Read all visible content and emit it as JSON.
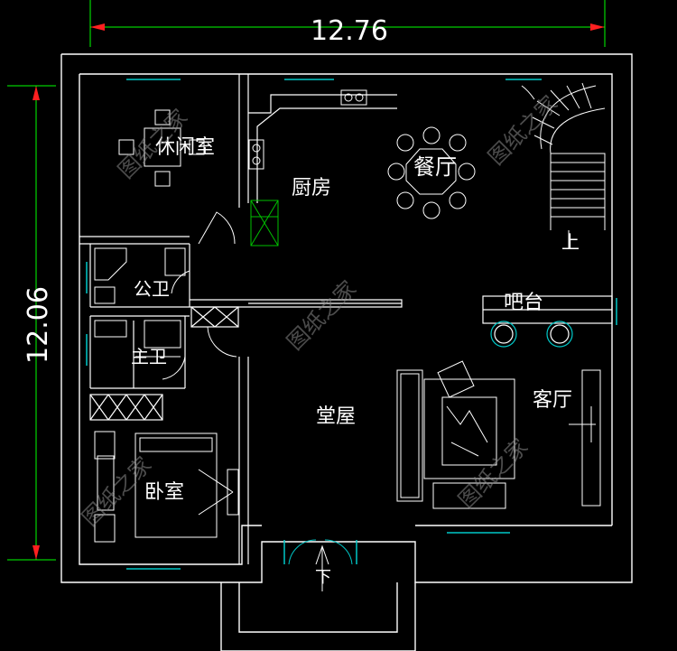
{
  "dimensions": {
    "width": "12.76",
    "height": "12.06"
  },
  "rooms": {
    "dining": "餐厅",
    "kitchen": "厨房",
    "leisure_room": "休闲室",
    "public_bath": "公卫",
    "master_bath": "主卫",
    "bar": "吧台",
    "hall": "堂屋",
    "living": "客厅",
    "bedroom": "卧室"
  },
  "stairs": {
    "up": "上",
    "down": "下"
  },
  "watermark": "图纸之家",
  "colors": {
    "background": "#000000",
    "wall": "#ffffff",
    "dimension_line": "#00ff00",
    "arrow": "#ff0000",
    "window": "#00c8c8",
    "fixture": "#00c000",
    "furniture": "#ffffff"
  }
}
